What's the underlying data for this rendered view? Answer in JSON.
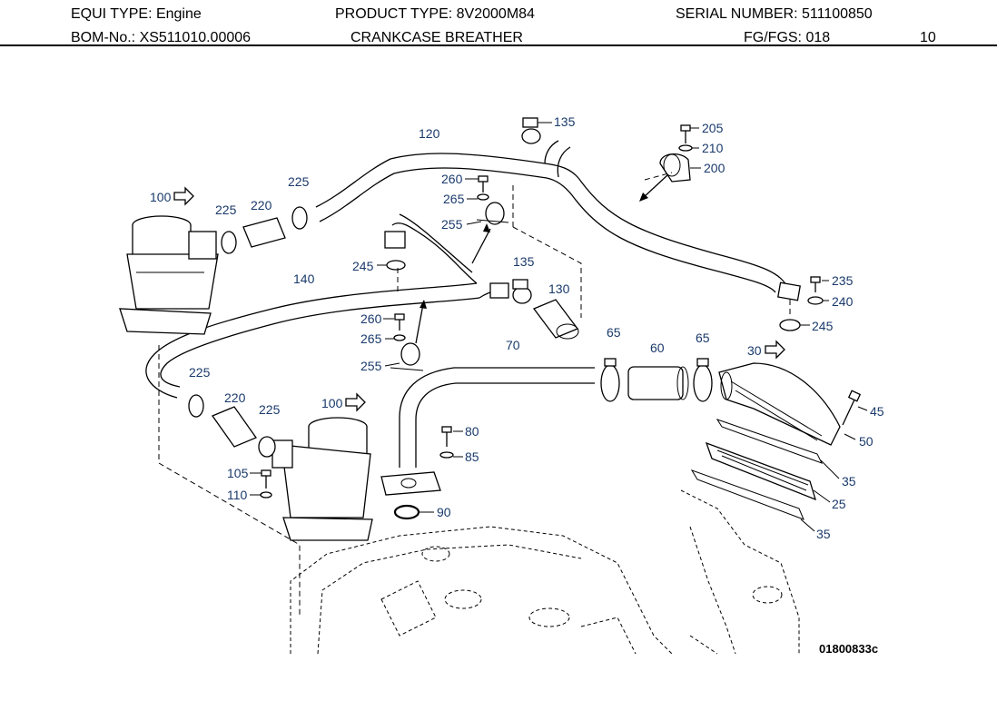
{
  "header": {
    "equi_type": "EQUI TYPE:  Engine",
    "product_type": "PRODUCT TYPE:  8V2000M84",
    "serial_number": "SERIAL NUMBER:  511100850",
    "bom_no": "BOM-No.:  XS511010.00006",
    "title": "CRANKCASE BREATHER",
    "fg_fgs": "FG/FGS:  018",
    "page": "10"
  },
  "diagram": {
    "drawing_code": "01800833c",
    "part_labels": [
      "100",
      "225",
      "220",
      "225",
      "120",
      "135",
      "205",
      "210",
      "200",
      "260",
      "265",
      "255",
      "245",
      "135",
      "130",
      "140",
      "235",
      "240",
      "245",
      "260",
      "265",
      "255",
      "225",
      "220",
      "225",
      "100",
      "65",
      "60",
      "65",
      "70",
      "30",
      "45",
      "50",
      "80",
      "85",
      "105",
      "110",
      "90",
      "35",
      "25",
      "35"
    ]
  },
  "colors": {
    "label": "#1a3a6b",
    "line": "#000000",
    "background": "#ffffff"
  }
}
